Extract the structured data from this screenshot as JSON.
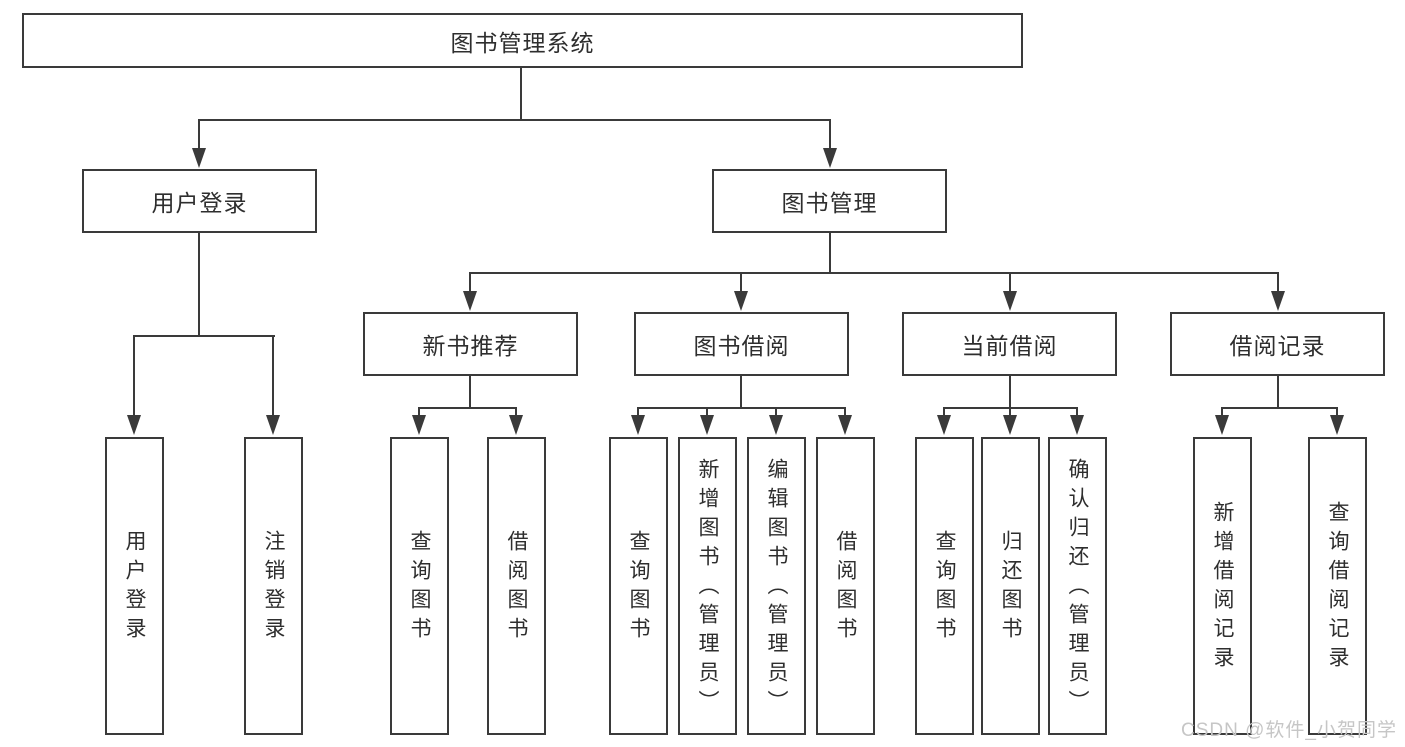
{
  "diagram_title": "图书管理系统",
  "colors": {
    "line": "#3a3a3a",
    "text": "#2e2e2e",
    "watermark": "#c6c6c6",
    "background": "#ffffff"
  },
  "watermark": {
    "text": "CSDN @软件_小贺同学"
  },
  "tree": {
    "root": {
      "label": "图书管理系统"
    },
    "branches": [
      {
        "label": "用户登录",
        "children": [
          {
            "label": "用户登录"
          },
          {
            "label": "注销登录"
          }
        ]
      },
      {
        "label": "图书管理",
        "children": [
          {
            "label": "新书推荐",
            "children": [
              {
                "label": "查询图书"
              },
              {
                "label": "借阅图书"
              }
            ]
          },
          {
            "label": "图书借阅",
            "children": [
              {
                "label": "查询图书"
              },
              {
                "label": "新增图书（管理员）"
              },
              {
                "label": "编辑图书（管理员）"
              },
              {
                "label": "借阅图书"
              }
            ]
          },
          {
            "label": "当前借阅",
            "children": [
              {
                "label": "查询图书"
              },
              {
                "label": "归还图书"
              },
              {
                "label": "确认归还（管理员）"
              }
            ]
          },
          {
            "label": "借阅记录",
            "children": [
              {
                "label": "新增借阅记录"
              },
              {
                "label": "查询借阅记录"
              }
            ]
          }
        ]
      }
    ]
  }
}
